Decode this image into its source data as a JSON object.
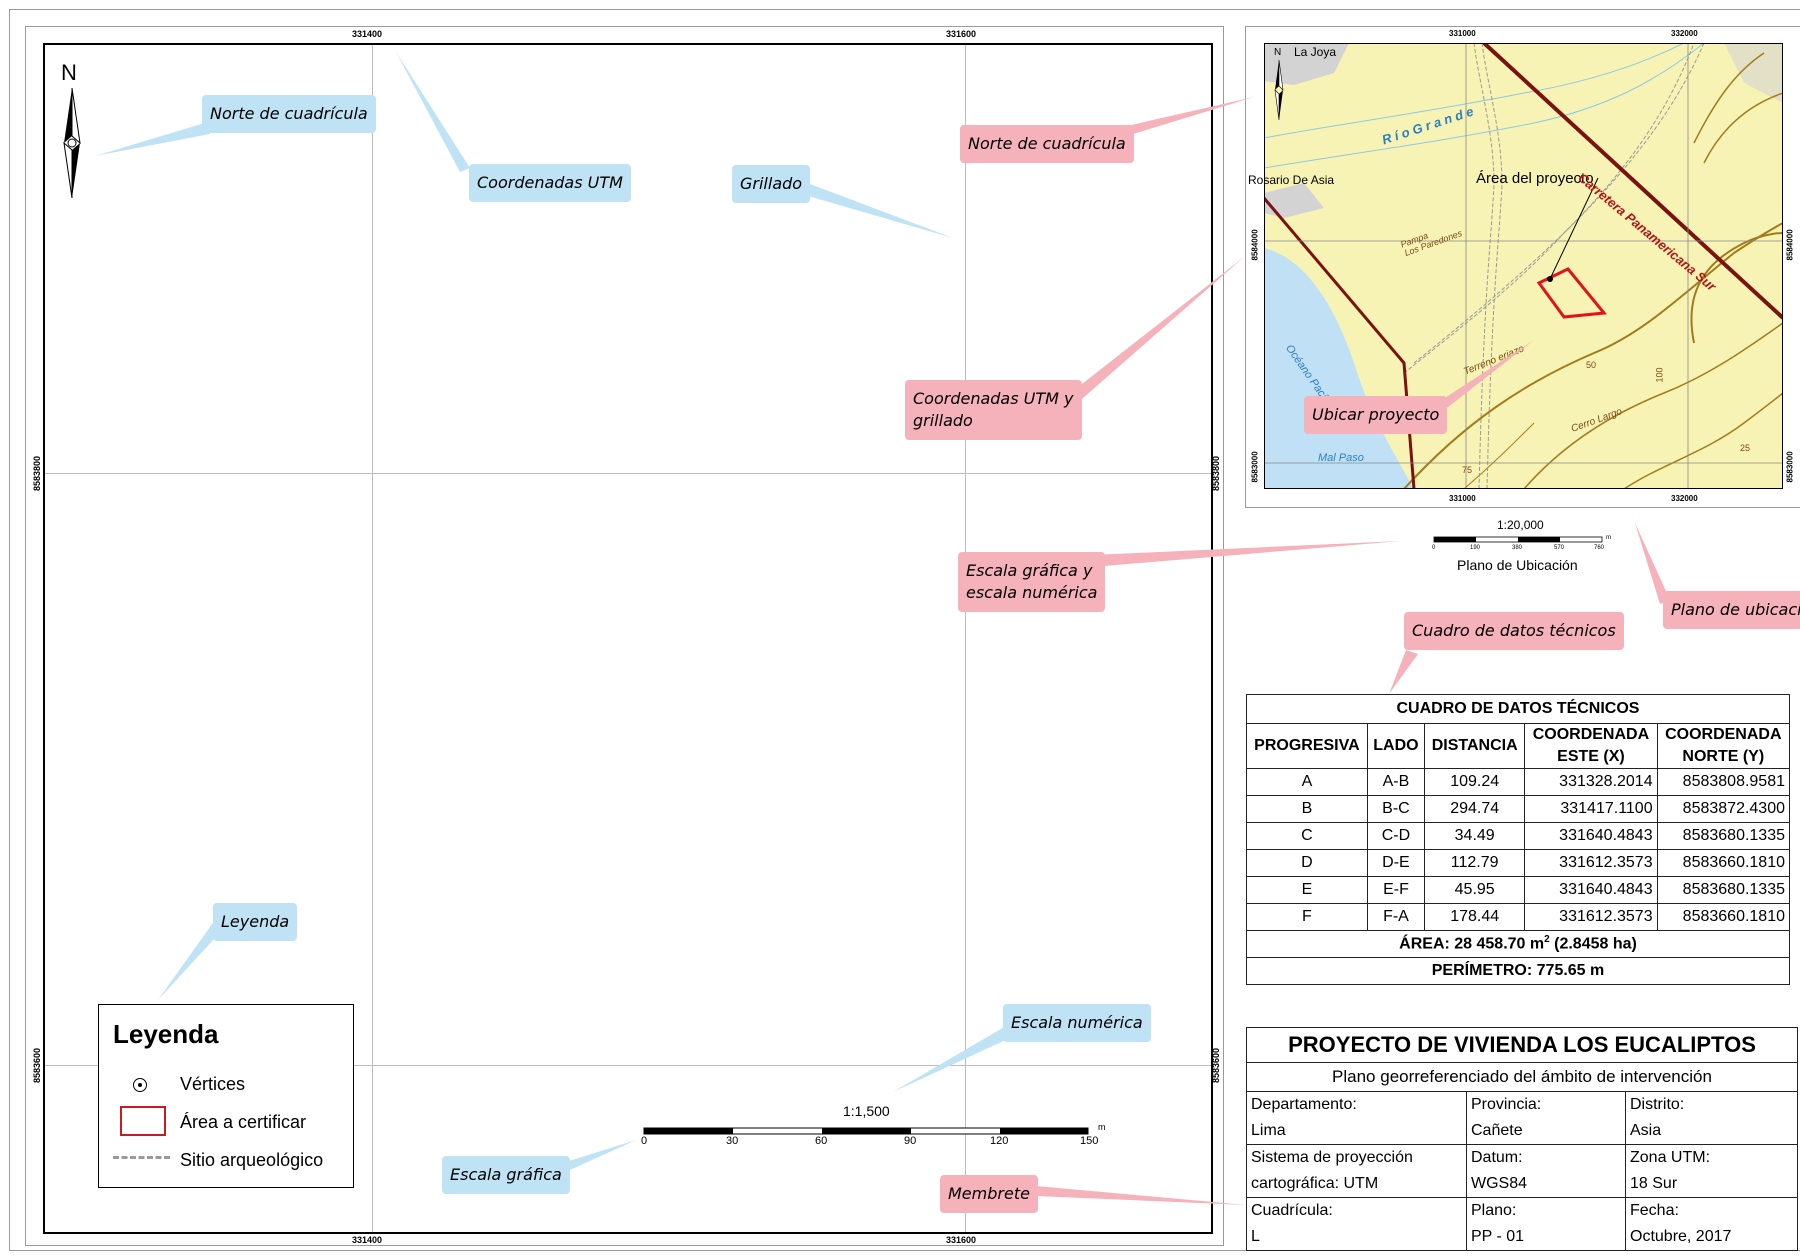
{
  "main_map": {
    "ticks_top": [
      "331400",
      "331600"
    ],
    "ticks_bottom": [
      "331400",
      "331600"
    ],
    "ticks_left": [
      "8583800",
      "8583600"
    ],
    "ticks_right": [
      "8583800",
      "8583600"
    ],
    "north_letter": "N",
    "scale_text": "1:1,500",
    "scale_labels": [
      "0",
      "30",
      "60",
      "90",
      "120",
      "150"
    ],
    "scale_unit": "m"
  },
  "legend": {
    "title": "Leyenda",
    "items": [
      {
        "label": "Vértices",
        "symbol": "vertex"
      },
      {
        "label": "Área a certificar",
        "symbol": "polygon-red"
      },
      {
        "label": "Sitio arqueológico",
        "symbol": "dashed-line"
      }
    ]
  },
  "callouts_blue": {
    "norte": "Norte de cuadrícula",
    "coords": "Coordenadas UTM",
    "grillado": "Grillado",
    "leyenda": "Leyenda",
    "escala_numerica": "Escala numérica",
    "escala_grafica": "Escala gráfica"
  },
  "callouts_pink": {
    "norte": "Norte de cuadrícula",
    "coords_grid_1": "Coordenadas UTM y",
    "coords_grid_2": "grillado",
    "ubicar": "Ubicar proyecto",
    "escala_1": "Escala gráfica y",
    "escala_2": "escala numérica",
    "plano_ubicacion": "Plano de ubicació",
    "cuadro": "Cuadro de datos técnicos",
    "membrete": "Membrete"
  },
  "location_map": {
    "ticks_top": [
      "331000",
      "332000"
    ],
    "ticks_bottom": [
      "331000",
      "332000"
    ],
    "ticks_left": [
      "8584000",
      "8583000"
    ],
    "ticks_right": [
      "8584000",
      "8583000"
    ],
    "north_letter": "N",
    "labels": {
      "la_joya": "La Joya",
      "rio_grande": "R í o   G r a n d e",
      "rosario": "Rosario De Asia",
      "area": "Área del proyecto",
      "carretera": "Carretera Panamericana Sur",
      "pampa_1": "Pampa",
      "pampa_2": "Los Paredones",
      "oceano": "Océano Pacífico",
      "terreno": "Terreno eriazo",
      "cerro": "Cerro Largo",
      "mal_paso": "Mal Paso",
      "c50": "50",
      "c100": "100",
      "c75": "75",
      "c25": "25"
    },
    "scale_text": "1:20,000",
    "scale_labels": [
      "0",
      "190",
      "380",
      "570",
      "760"
    ],
    "scale_unit": "m",
    "caption": "Plano de Ubicación",
    "colors": {
      "land": "#f7f3b4",
      "ocean": "#bfe0f5",
      "urban": "#d3d3d3",
      "road": "#7a1212",
      "contour": "#a37b1c",
      "polygon": "#e0121b"
    }
  },
  "tech_table": {
    "title": "CUADRO DE DATOS TÉCNICOS",
    "headers": {
      "progresiva": "PROGRESIVA",
      "lado": "LADO",
      "distancia": "DISTANCIA",
      "este_1": "COORDENADA",
      "este_2": "ESTE (X)",
      "norte_1": "COORDENADA",
      "norte_2": "NORTE (Y)"
    },
    "rows": [
      [
        "A",
        "A-B",
        "109.24",
        "331328.2014",
        "8583808.9581"
      ],
      [
        "B",
        "B-C",
        "294.74",
        "331417.1100",
        "8583872.4300"
      ],
      [
        "C",
        "C-D",
        "34.49",
        "331640.4843",
        "8583680.1335"
      ],
      [
        "D",
        "D-E",
        "112.79",
        "331612.3573",
        "8583660.1810"
      ],
      [
        "E",
        "E-F",
        "45.95",
        "331640.4843",
        "8583680.1335"
      ],
      [
        "F",
        "F-A",
        "178.44",
        "331612.3573",
        "8583660.1810"
      ]
    ],
    "area_pre": "ÁREA: 28 458.70 m",
    "area_sup": "2",
    "area_post": " (2.8458 ha)",
    "perimetro": "PERÍMETRO: 775.65 m"
  },
  "membrete": {
    "title": "PROYECTO DE VIVIENDA LOS EUCALIPTOS",
    "subtitle": "Plano georreferenciado del ámbito de intervención",
    "rows": [
      [
        "Departamento:",
        "Provincia:",
        "Distrito:"
      ],
      [
        "Lima",
        "Cañete",
        "Asia"
      ],
      [
        "Sistema de proyección",
        "Datum:",
        "Zona UTM:"
      ],
      [
        "cartográfica: UTM",
        "WGS84",
        "18 Sur"
      ],
      [
        "Cuadrícula:",
        "Plano:",
        "Fecha:"
      ],
      [
        "L",
        "PP - 01",
        "Octubre, 2017"
      ]
    ]
  }
}
